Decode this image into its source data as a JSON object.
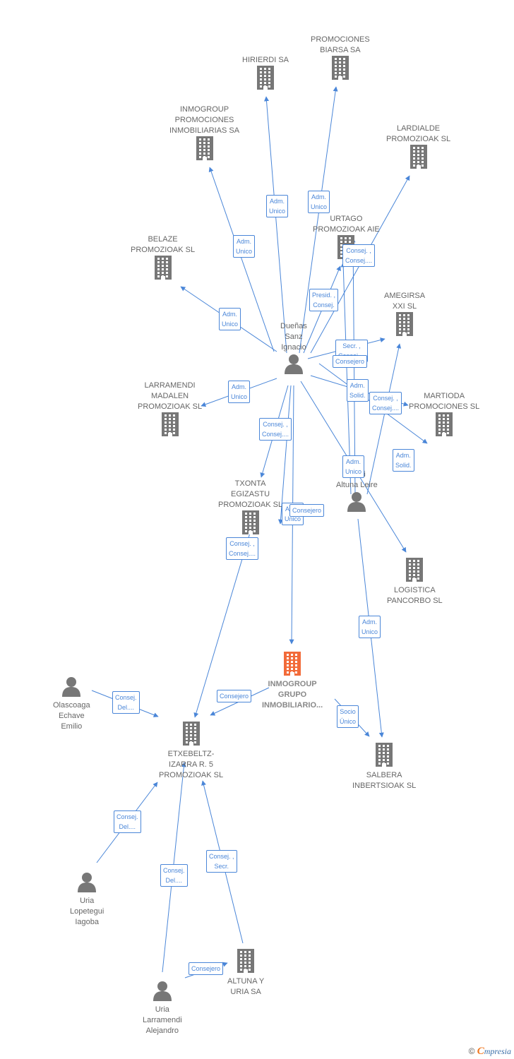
{
  "colors": {
    "accent": "#4a86d8",
    "node": "#777777",
    "focus": "#f26b3a",
    "text": "#666666"
  },
  "nodes": [
    {
      "id": "hirierdi",
      "kind": "company",
      "label": "HIRIERDI SA"
    },
    {
      "id": "biarsa",
      "kind": "company",
      "label": "PROMOCIONES\nBIARSA SA"
    },
    {
      "id": "inmogroup-prom",
      "kind": "company",
      "label": "INMOGROUP\nPROMOCIONES\nINMOBILIARIAS SA"
    },
    {
      "id": "lardialde",
      "kind": "company",
      "label": "LARDIALDE\nPROMOZIOAK SL"
    },
    {
      "id": "urtago",
      "kind": "company",
      "label": "URTAGO\nPROMOZIOAK AIE"
    },
    {
      "id": "belaze",
      "kind": "company",
      "label": "BELAZE\nPROMOZIOAK SL"
    },
    {
      "id": "amegirsa",
      "kind": "company",
      "label": "AMEGIRSA\nXXI SL"
    },
    {
      "id": "duenas",
      "kind": "person",
      "label": "Dueñas\nSanz\nIgnacio"
    },
    {
      "id": "larramendi-madalen",
      "kind": "company",
      "label": "LARRAMENDI\nMADALEN\nPROMOZIOAK SL"
    },
    {
      "id": "martioda",
      "kind": "company",
      "label": "MARTIODA\nPROMOCIONES SL"
    },
    {
      "id": "txonta",
      "kind": "company",
      "label": "TXONTA\nEGIZASTU\nPROMOZIOAK SL"
    },
    {
      "id": "leire",
      "kind": "person",
      "label": "E...di\nAltuna Leire"
    },
    {
      "id": "logistica",
      "kind": "company",
      "label": "LOGISTICA\nPANCORBO SL"
    },
    {
      "id": "inmogroup-grupo",
      "kind": "focus",
      "label": "INMOGROUP\nGRUPO\nINMOBILIARIO..."
    },
    {
      "id": "olascoaga",
      "kind": "person",
      "label": "Olascoaga\nEchave\nEmilio"
    },
    {
      "id": "etxebeltz",
      "kind": "company",
      "label": "ETXEBELTZ-\nIZARRA R. 5\nPROMOZIOAK SL"
    },
    {
      "id": "salbera",
      "kind": "company",
      "label": "SALBERA\nINBERTSIOAK SL"
    },
    {
      "id": "uria-lopetegui",
      "kind": "person",
      "label": "Uria\nLopetegui\nIagoba"
    },
    {
      "id": "altuna-uria",
      "kind": "company",
      "label": "ALTUNA Y\nURIA SA"
    },
    {
      "id": "uria-larramendi",
      "kind": "person",
      "label": "Uria\nLarramendi\nAlejandro"
    }
  ],
  "edges": [
    {
      "from": "duenas",
      "to": "hirierdi",
      "label": "Adm.\nUnico"
    },
    {
      "from": "duenas",
      "to": "biarsa",
      "label": "Adm.\nUnico"
    },
    {
      "from": "duenas",
      "to": "inmogroup-prom",
      "label": "Adm.\nUnico"
    },
    {
      "from": "duenas",
      "to": "lardialde",
      "label": "Consej. ,\nConsej...."
    },
    {
      "from": "duenas",
      "to": "urtago",
      "label": "Presid. ,\nConsej."
    },
    {
      "from": "duenas",
      "to": "belaze",
      "label": "Adm.\nUnico"
    },
    {
      "from": "duenas",
      "to": "amegirsa",
      "label": "Secr. ,\nConsej...."
    },
    {
      "from": "duenas",
      "to": "larramendi-madalen",
      "label": "Adm.\nUnico"
    },
    {
      "from": "duenas",
      "to": "martioda",
      "label": "Consej. ,\nConsej...."
    },
    {
      "from": "duenas",
      "to": "txonta",
      "label": "Consej. ,\nConsej...."
    },
    {
      "from": "duenas",
      "to": "txonta",
      "label": "Adm.\nUnico"
    },
    {
      "from": "duenas",
      "to": "inmogroup-grupo",
      "label": "Consejero"
    },
    {
      "from": "duenas",
      "to": "logistica",
      "label": "Adm.\nSolid."
    },
    {
      "from": "leire",
      "to": "amegirsa",
      "label": "Consejero"
    },
    {
      "from": "leire",
      "to": "urtago",
      "label": "Adm.\nUnico"
    },
    {
      "from": "leire",
      "to": "martioda",
      "label": "Adm.\nSolid."
    },
    {
      "from": "leire",
      "to": "salbera",
      "label": "Adm.\nUnico"
    },
    {
      "from": "duenas",
      "to": "etxebeltz",
      "label": "Consej. ,\nConsej...."
    },
    {
      "from": "olascoaga",
      "to": "etxebeltz",
      "label": "Consej.\nDel...."
    },
    {
      "from": "inmogroup-grupo",
      "to": "etxebeltz",
      "label": "Consejero"
    },
    {
      "from": "inmogroup-grupo",
      "to": "salbera",
      "label": "Socio\nÚnico"
    },
    {
      "from": "uria-lopetegui",
      "to": "etxebeltz",
      "label": "Consej.\nDel...."
    },
    {
      "from": "uria-larramendi",
      "to": "etxebeltz",
      "label": "Consej.\nDel...."
    },
    {
      "from": "altuna-uria",
      "to": "etxebeltz",
      "label": "Consej. ,\nSecr."
    },
    {
      "from": "uria-larramendi",
      "to": "altuna-uria",
      "label": "Consejero"
    }
  ],
  "footer": {
    "copyright": "©",
    "brand_first": "C",
    "brand_rest": "mpresia"
  }
}
